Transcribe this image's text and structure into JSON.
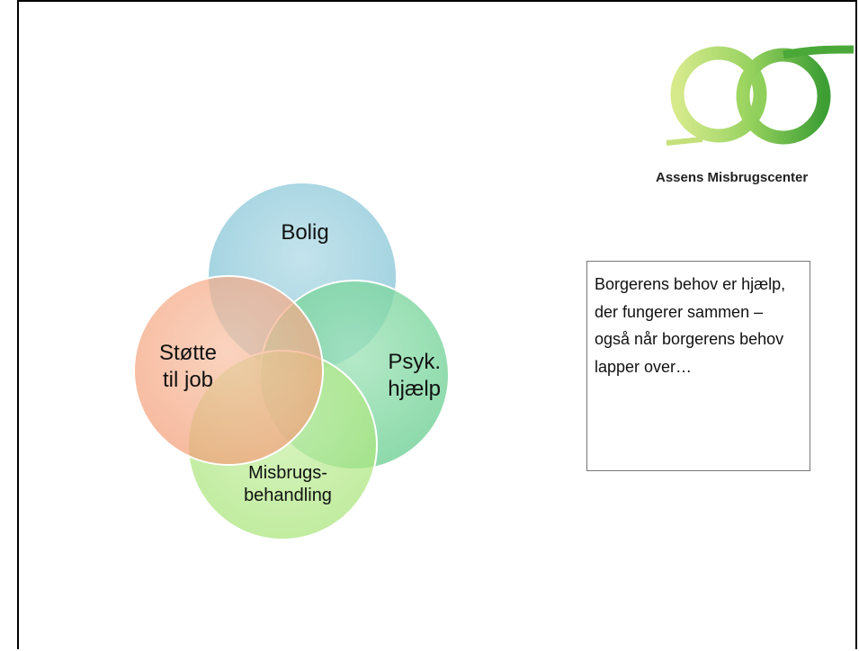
{
  "diagram": {
    "circles": [
      {
        "label": "Bolig",
        "color": "#8ec9d9"
      },
      {
        "label": "Psyk. hjælp",
        "line1": "Psyk.",
        "line2": "hjælp",
        "color": "#74d49a"
      },
      {
        "label": "Misbrugs-behandling",
        "line1": "Misbrugs-",
        "line2": "behandling",
        "color": "#b5e88a"
      },
      {
        "label": "Støtte til job",
        "line1": "Støtte",
        "line2": "til job",
        "color": "#f5a77f"
      }
    ]
  },
  "logo": {
    "name": "Assens Misbrugscenter",
    "color_light": "#c5e07a",
    "color_dark": "#4aa838"
  },
  "info_box": {
    "text": "Borgerens behov er hjælp, der fungerer sammen – også når borgerens behov lapper over…"
  }
}
